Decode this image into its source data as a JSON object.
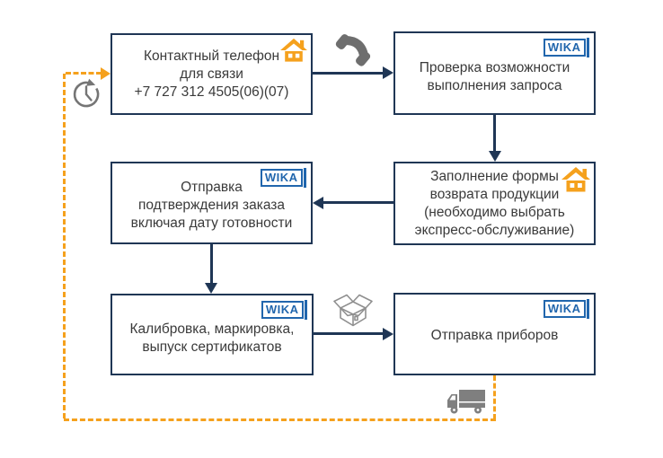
{
  "colors": {
    "box_border": "#1f3655",
    "arrow": "#1f3655",
    "return_path_orange": "#f5a11d",
    "house_orange": "#f5a11d",
    "wika_blue": "#2166ad",
    "icon_gray": "#757575",
    "text": "#3a3a3a",
    "background": "#ffffff"
  },
  "logo": {
    "text": "WIKA"
  },
  "boxes": [
    {
      "name": "contact-phone",
      "lines": [
        "Контактный телефон",
        "для связи",
        "+7 727 312 4505(06)(07)"
      ]
    },
    {
      "name": "feasibility-check",
      "lines": [
        "Проверка возможности",
        "выполнения запроса"
      ]
    },
    {
      "name": "return-form",
      "lines": [
        "Заполнение формы",
        "возврата продукции",
        "(необходимо выбрать",
        "экспресс-обслуживание)"
      ]
    },
    {
      "name": "order-confirmation",
      "lines": [
        "Отправка",
        "подтверждения заказа",
        "включая дату готовности"
      ]
    },
    {
      "name": "calibration",
      "lines": [
        "Калибровка, маркировка,",
        "выпуск сертификатов"
      ]
    },
    {
      "name": "device-shipping",
      "lines": [
        "Отправка приборов"
      ]
    }
  ],
  "icons": {
    "clock": "clock-icon (gray history clock with circular arrow)",
    "phone": "phone-icon (gray telephone handset)",
    "house": "house-icon (orange house with chimney and two windows)",
    "package": "package-icon (gray open cardboard box outline)",
    "truck": "truck-icon (gray delivery truck)"
  }
}
